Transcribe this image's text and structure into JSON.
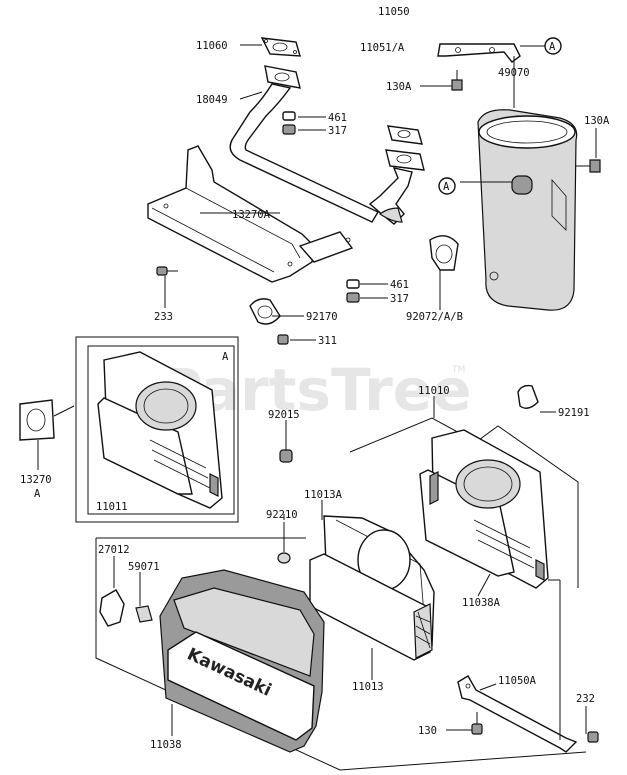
{
  "watermark": {
    "text": "PartsTree",
    "trademark": "TM"
  },
  "brand_text": "Kawasaki",
  "callouts": {
    "p11060": "11060",
    "p11050": "11050",
    "p11051A": "11051/A",
    "p49070": "49070",
    "p130A_top": "130A",
    "p130A_right": "130A",
    "p18049": "18049",
    "p461_top": "461",
    "p317_top": "317",
    "p13270A": "13270A",
    "p461_mid": "461",
    "p317_mid": "317",
    "p233": "233",
    "p92170": "92170",
    "p92072": "92072/A/B",
    "p311": "311",
    "p11010": "11010",
    "p92015": "92015",
    "p92191": "92191",
    "p13270": "13270",
    "p13270_A": "A",
    "p11011": "11011",
    "p11013A": "11013A",
    "p92210": "92210",
    "p27012": "27012",
    "p59071": "59071",
    "p11038A": "11038A",
    "p11013": "11013",
    "p11050A": "11050A",
    "p232": "232",
    "p130": "130",
    "p11038": "11038",
    "ref_A_top": "A",
    "ref_A_muffler": "A",
    "ref_A_box": "A"
  }
}
